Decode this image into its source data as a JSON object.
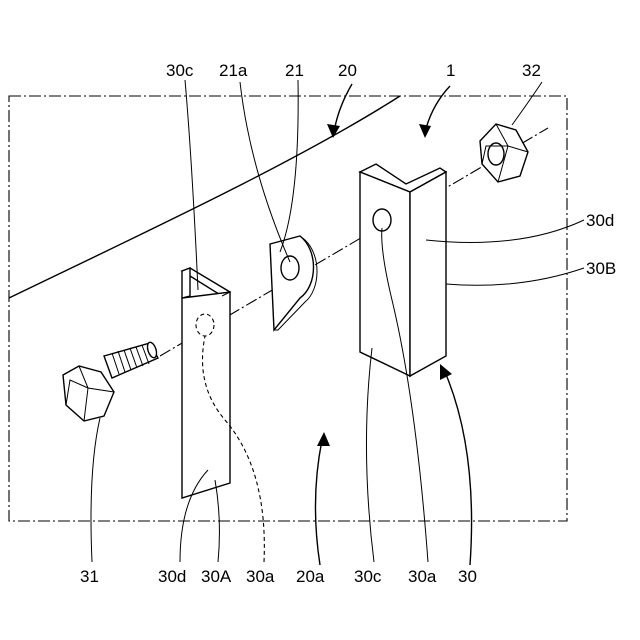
{
  "labels": {
    "top_30c": "30c",
    "top_21a": "21a",
    "top_21": "21",
    "top_20": "20",
    "top_1": "1",
    "top_32": "32",
    "right_30d": "30d",
    "right_30B": "30B",
    "bot_31": "31",
    "bot_30d": "30d",
    "bot_30A": "30A",
    "bot_30a_left": "30a",
    "bot_20a": "20a",
    "bot_30c": "30c",
    "bot_30a_right": "30a",
    "bot_30": "30"
  }
}
